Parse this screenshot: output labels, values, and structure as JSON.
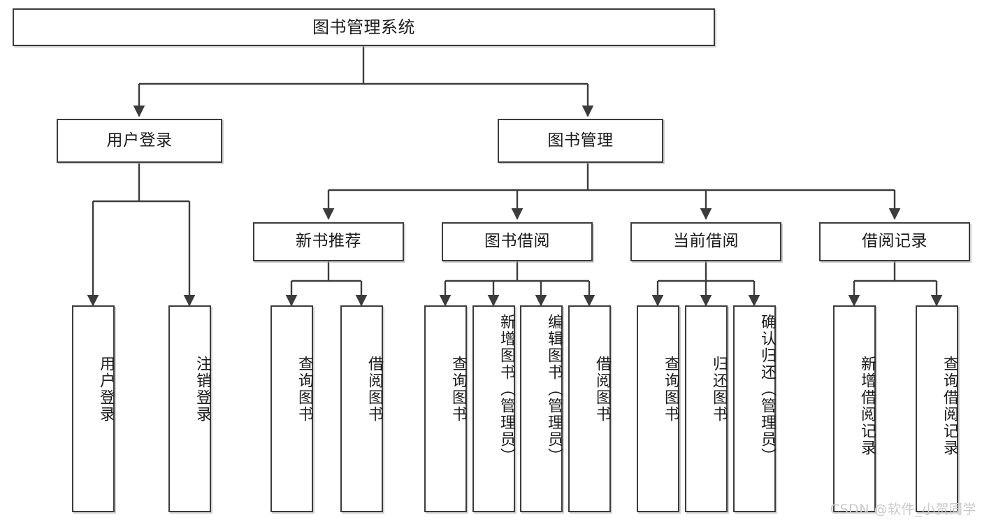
{
  "diagram": {
    "title": "图书管理系统",
    "type": "tree-hierarchy",
    "watermark": "CSDN @软件_小贺同学",
    "colors": {
      "border": "#3c3c3c",
      "background": "#ffffff",
      "text": "#1b1b1b",
      "edge": "#3c3c3c",
      "watermark": "#c9c9c9"
    },
    "nodes": {
      "root": {
        "label": "图书管理系统"
      },
      "level1": [
        {
          "label": "用户登录"
        },
        {
          "label": "图书管理"
        }
      ],
      "level2": [
        {
          "label": "新书推荐"
        },
        {
          "label": "图书借阅"
        },
        {
          "label": "当前借阅"
        },
        {
          "label": "借阅记录"
        }
      ],
      "leaves": {
        "user_login": [
          {
            "label": "用户登录"
          },
          {
            "label": "注销登录"
          }
        ],
        "new_book": [
          {
            "label": "查询图书"
          },
          {
            "label": "借阅图书"
          }
        ],
        "book_borrow": [
          {
            "label": "查询图书"
          },
          {
            "label": "新增图书（管理员）"
          },
          {
            "label": "编辑图书（管理员）"
          },
          {
            "label": "借阅图书"
          }
        ],
        "current_borrow": [
          {
            "label": "查询图书"
          },
          {
            "label": "归还图书"
          },
          {
            "label": "确认归还（管理员）"
          }
        ],
        "borrow_record": [
          {
            "label": "新增借阅记录"
          },
          {
            "label": "查询借阅记录"
          }
        ]
      }
    }
  }
}
